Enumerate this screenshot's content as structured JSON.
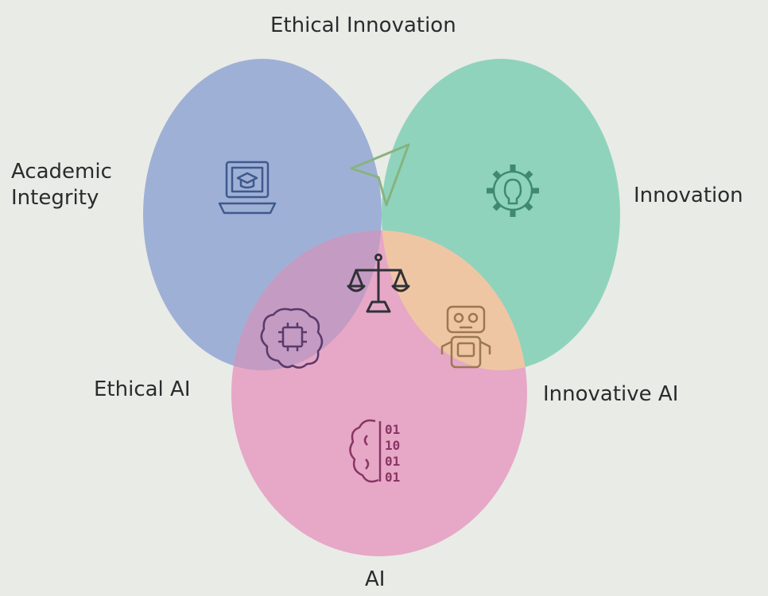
{
  "labels": {
    "ethical_innovation": "Ethical Innovation",
    "academic_integrity": [
      "Academic",
      "Integrity"
    ],
    "innovation": "Innovation",
    "ethical_ai": "Ethical AI",
    "innovative_ai": "Innovative AI",
    "ai": "AI"
  },
  "binary_digits": [
    "01",
    "10",
    "01",
    "01"
  ],
  "colors": {
    "background": "#e9ebe6",
    "academic_integrity": "#9fb0d6",
    "innovation": "#8fd3bd",
    "ai": "#e6a8c6",
    "ethical_innovation": "#cfe3a8",
    "ethical_ai": "#c39bc3",
    "innovative_ai": "#efc6a4",
    "center": "#c9dad6",
    "icon_stroke": "#3e5a8c"
  },
  "icons": [
    "laptop-graduation-icon",
    "send-arrow-icon",
    "gear-lightbulb-icon",
    "scales-of-justice-icon",
    "brain-chip-icon",
    "robot-icon",
    "brain-binary-icon"
  ]
}
